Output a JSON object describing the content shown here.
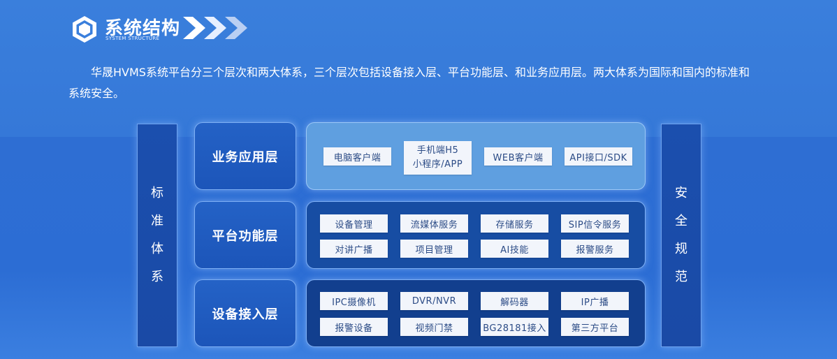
{
  "header": {
    "title": "系统结构",
    "subtitle": "SYSTEM STRUCTURE",
    "intro": "华晟HVMS系统平台分三个层次和两大体系，三个层次包括设备接入层、平台功能层、和业务应用层。两大体系为国际和国内的标准和系统安全。"
  },
  "pillars": {
    "left": [
      "标",
      "准",
      "体",
      "系"
    ],
    "right": [
      "安",
      "全",
      "规",
      "范"
    ]
  },
  "layers": {
    "app": {
      "label": "业务应用层",
      "items": [
        "电脑客户端",
        "手机端H5",
        "小程序/APP",
        "WEB客户端",
        "API接口/SDK"
      ]
    },
    "platform": {
      "label": "平台功能层",
      "items": [
        "设备管理",
        "流媒体服务",
        "存储服务",
        "SIP信令服务",
        "对讲广播",
        "项目管理",
        "AI技能",
        "报警服务"
      ]
    },
    "access": {
      "label": "设备接入层",
      "items": [
        "IPC摄像机",
        "DVR/NVR",
        "解码器",
        "IP广播",
        "报警设备",
        "视频门禁",
        "BG28181接入",
        "第三方平台"
      ]
    }
  },
  "colors": {
    "background": "#2f6fcf",
    "pillar": "#1b4fae",
    "app_panel": "#5f9fe0",
    "platform_panel": "#174da3",
    "access_panel": "#123f8e",
    "box": "#f2f5fb",
    "box_text": "#2b4b86"
  },
  "icons": {
    "section_icon": "hexagon-icon",
    "chevron_icon": "triple-chevron-icon"
  }
}
